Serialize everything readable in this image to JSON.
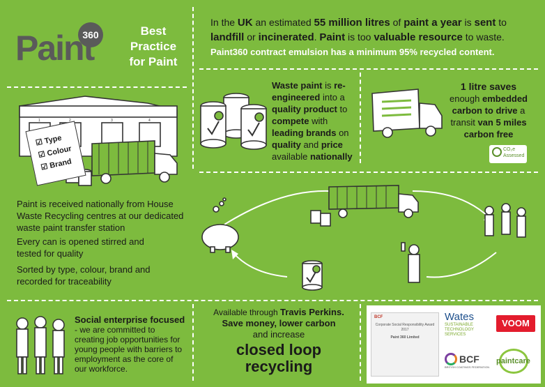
{
  "logo": {
    "word": "Paint",
    "badge": "360"
  },
  "tagline": {
    "line1": "Best",
    "line2": "Practice",
    "line3": "for Paint"
  },
  "intro": {
    "p1": "In the ",
    "b1": "UK",
    "p2": " an estimated ",
    "b2": "55 million litres",
    "p3": " of ",
    "b3": "paint a year",
    "p4": " is ",
    "b4": "sent",
    "p5": " to ",
    "b5": "landfill",
    "p6": " or ",
    "b6": "incinerated",
    "p7": ". ",
    "b7": "Paint",
    "p8": " is too ",
    "b8": "valuable resource",
    "p9": " to waste.",
    "sub": "Paint360 contract emulsion has a minimum 95% recycled content."
  },
  "reengineer": {
    "b1": "Waste paint",
    "t1": " is ",
    "b2": "re-engineered",
    "t2": " into a ",
    "b3": "quality product",
    "t3": " to ",
    "b4": "compete",
    "t4": " with ",
    "b5": "leading brands",
    "t5": " on ",
    "b6": "quality",
    "t6": " and ",
    "b7": "price",
    "t7": " available ",
    "b8": "nationally"
  },
  "carbon": {
    "b1": "1 litre saves",
    "t1": " enough ",
    "b2": "embedded carbon",
    "t2": " ",
    "b3": "to drive",
    "t3": " a transit ",
    "b4": "van 5 miles carbon free",
    "badge_line1": "CO₂e",
    "badge_line2": "Assessed"
  },
  "checklist": {
    "item1": "Type",
    "item2": "Colour",
    "item3": "Brand"
  },
  "warehouse": {
    "bays": [
      "1",
      "2",
      "3",
      "4"
    ]
  },
  "left_text": {
    "p1": "Paint is received nationally from House Waste Recycling centres at our dedicated waste paint transfer station",
    "p2": "Every can is opened stirred and tested for quality",
    "p3": "Sorted by type, colour, brand and recorded for traceability"
  },
  "social": {
    "b1": "Social enterprise focused",
    "t1": " - we are committed to creating job opportunities for young people with barriers to employment as the core of our workforce."
  },
  "availability": {
    "t1": "Available through ",
    "b1": "Travis Perkins.",
    "l2": "Save money, lower carbon",
    "l3": "and increase",
    "big1": "closed loop",
    "big2": "recycling"
  },
  "sponsors": {
    "award_title": "Corporate Social Responsibility Award 2017",
    "award_name": "Paint 360 Limited",
    "award_org": "BCF",
    "wates_name": "Wates",
    "wates_sub1": "SUSTAINABLE",
    "wates_sub2": "TECHNOLOGY",
    "wates_sub3": "SERVICES",
    "voom": "VOOM",
    "bcf": "BCF",
    "bcf_sub": "BRITISH COATINGS FEDERATION",
    "paintcare": "paintcare"
  },
  "colors": {
    "background": "#7dbb3e",
    "dark_text": "#1a1a1a",
    "logo_grey": "#5a5a5a"
  }
}
